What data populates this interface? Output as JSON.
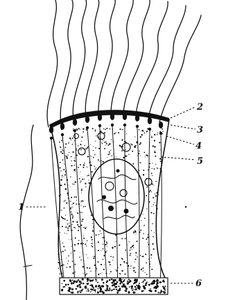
{
  "figure": {
    "labels": [
      "1",
      "2",
      "3",
      "4",
      "5",
      "6"
    ],
    "colors": {
      "ink": "#111111",
      "paper": "#ffffff"
    }
  }
}
